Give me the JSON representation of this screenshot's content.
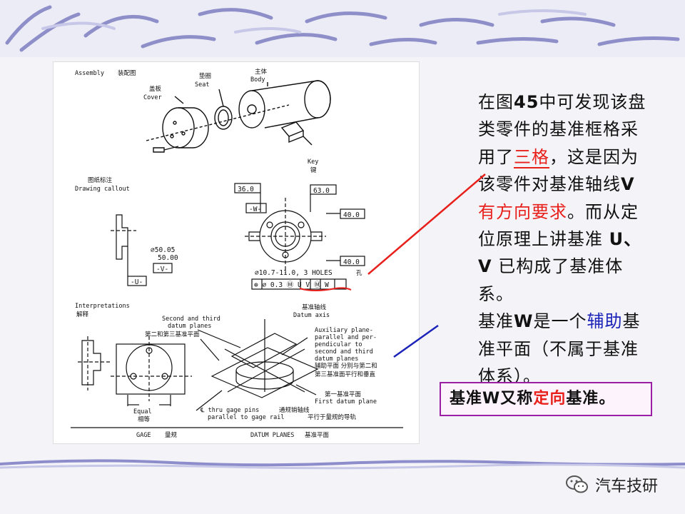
{
  "colors": {
    "red": "#e8201c",
    "blue": "#1c23b8",
    "purple_border": "#9b1fa5",
    "deco": "#7e7ec2"
  },
  "figure": {
    "assembly_title_en": "Assembly",
    "assembly_title_cn": "装配图",
    "cover_cn": "盖板",
    "cover_en": "Cover",
    "seat_cn": "垫圈",
    "seat_en": "Seat",
    "body_cn": "主体",
    "body_en": "Body",
    "key_en": "Key",
    "key_cn": "键",
    "callout_cn": "图纸标注",
    "callout_en": "Drawing callout",
    "dim_36": "36.0",
    "dim_63": "63.0",
    "dim_40a": "40.0",
    "dim_40b": "40.0",
    "datum_w": "-W-",
    "datum_v": "-V-",
    "datum_u": "-U-",
    "dia_upper": "⌀50.05",
    "dia_lower": "50.00",
    "holes": "⌀10.7-11.0, 3 HOLES",
    "holes_cn": "孔",
    "fcf": "⊕ ⌀ 0.3 Ⓜ U V Ⓜ W",
    "interp_en": "Interpretations",
    "interp_cn": "解释",
    "datum_axis_cn": "基准轴线",
    "datum_axis_en": "Datum axis",
    "second_third_en1": "Second and third",
    "second_third_en2": "datum planes",
    "second_third_cn": "第二和第三基准平面",
    "aux_en1": "Auxiliary plane-",
    "aux_en2": "parallel and per-",
    "aux_en3": "pendicular to",
    "aux_en4": "second and third",
    "aux_en5": "datum planes",
    "aux_cn1": "辅助平面 分别与第二和",
    "aux_cn2": "第三基准面平行和垂直",
    "first_cn": "第一基准平面",
    "first_en": "First datum plane",
    "equal_en": "Equal",
    "equal_cn": "相等",
    "gage_pins_en1": "℄ thru gage pins",
    "gage_pins_cn1": "通规销轴线",
    "gage_pins_en2": "parallel to gage rail",
    "gage_pins_cn2": "平行于量规的导轨",
    "gage_en": "GAGE",
    "gage_cn": "量规",
    "datum_planes_en": "DATUM PLANES",
    "datum_planes_cn": "基准平面"
  },
  "text": {
    "p1_a": "在图",
    "p1_num": "45",
    "p1_b": "中可发现该盘类零件的基准框格采用了",
    "p1_red_underline": "三格",
    "p1_c": "，这是因为该零件对基准轴线",
    "p1_v": "V",
    "p1_red": "有方向要求",
    "p1_d": "。而从定位原理上讲基准 ",
    "p1_uv": "U、V",
    "p1_e": " 已构成了基准体系。",
    "p2_a": "基准",
    "p2_w": "W",
    "p2_b": "是一个",
    "p2_blue": "辅助",
    "p2_c": "基准平面（不属于基准体系）。"
  },
  "note": {
    "a": "基准",
    "w": "W",
    "b": "又称",
    "red": "定向",
    "c": "基准。"
  },
  "watermark": {
    "icon": "wechat-icon",
    "label": "汽车技研"
  }
}
